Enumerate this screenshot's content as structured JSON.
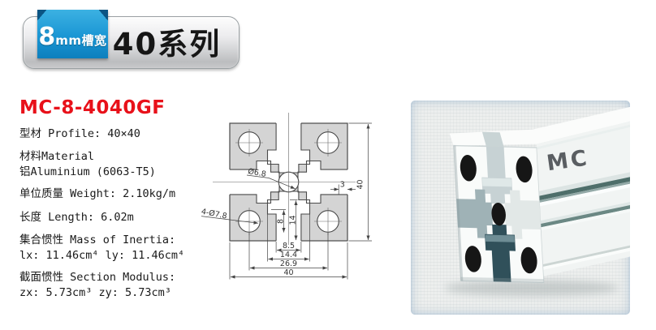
{
  "header": {
    "slot_width_big": "8",
    "slot_width_small": "mm槽宽",
    "series": "40系列"
  },
  "product": {
    "model": "MC-8-4040GF",
    "specs": [
      [
        "型材 Profile: 40×40"
      ],
      [
        "材料Material",
        "铝Aluminium (6063-T5)"
      ],
      [
        "单位质量 Weight: 2.10kg/m"
      ],
      [
        "长度 Length: 6.02m"
      ],
      [
        "集合惯性 Mass of Inertia:",
        "lx: 11.46cm⁴  ly: 11.46cm⁴"
      ],
      [
        "截面惯性 Section Modulus:",
        "zx: 5.73cm³  zy: 5.73cm³"
      ]
    ]
  },
  "drawing": {
    "dim_height": "40",
    "dim_wall": "3",
    "dim_neck": "8.5",
    "dim_cavity": "14.4",
    "dim_hole_pitch": "26.9",
    "dim_width": "40",
    "dim_depth_8": "8",
    "dim_depth_14": "14",
    "center_hole": "Ø6.8",
    "corner_holes": "4-Ø7.8"
  },
  "photo": {
    "brand": "MC"
  },
  "colors": {
    "accent_red": "#e8111a",
    "ribbon_blue": "#1a96d4",
    "drawing_fill": "#d4d4d4",
    "photo_slot_dark": "#30505a"
  }
}
